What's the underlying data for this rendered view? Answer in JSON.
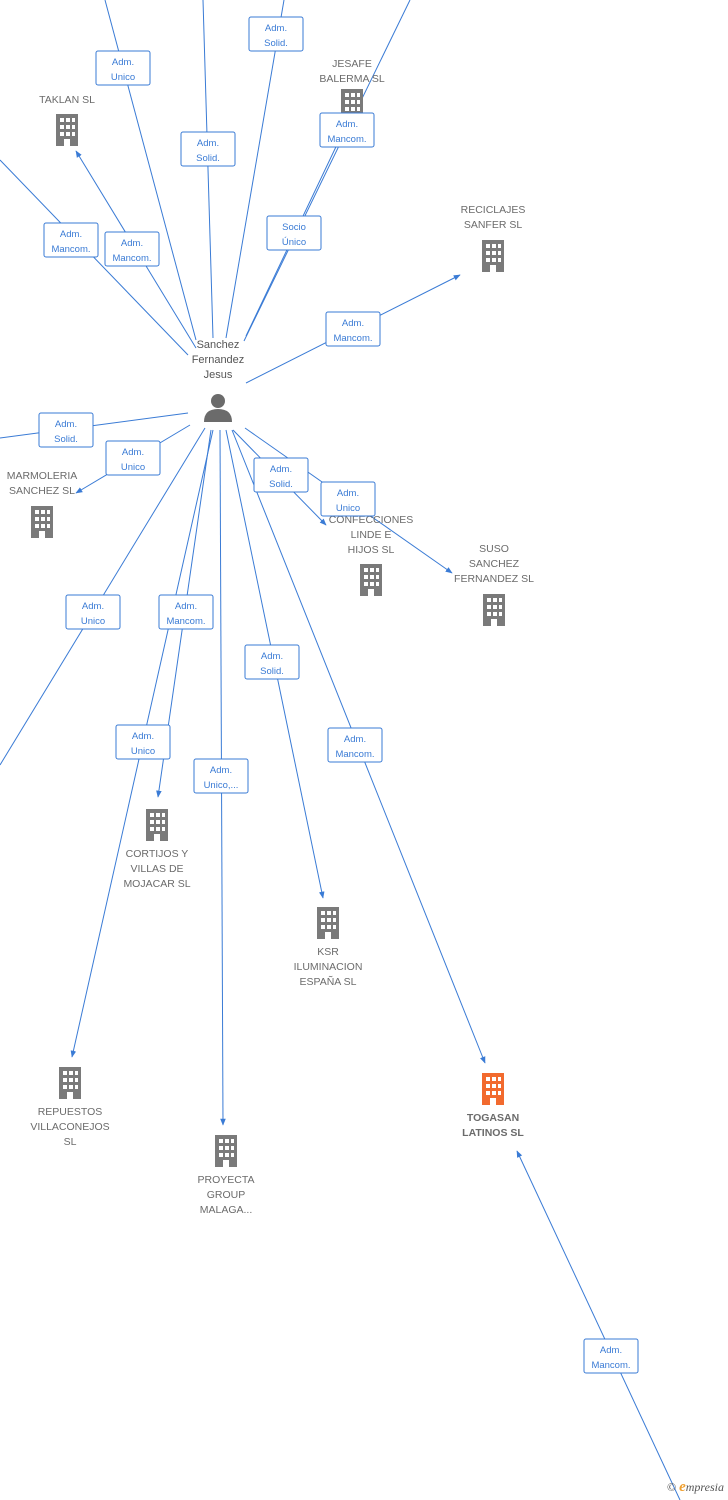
{
  "colors": {
    "edge": "#3a7bd5",
    "building": "#7a7a7a",
    "highlight": "#f26a2e",
    "person": "#6b6b6b"
  },
  "person": {
    "lines": [
      "Sanchez",
      "Fernandez",
      "Jesus"
    ],
    "icon": "person-icon"
  },
  "companies": [
    {
      "id": "taklan",
      "lines": [
        "TAKLAN SL"
      ],
      "highlight": false
    },
    {
      "id": "jesafe",
      "lines": [
        "JESAFE",
        "BALERMA SL"
      ],
      "highlight": false
    },
    {
      "id": "reciclajes",
      "lines": [
        "RECICLAJES",
        "SANFER SL"
      ],
      "highlight": false
    },
    {
      "id": "marmoleria",
      "lines": [
        "MARMOLERIA",
        "SANCHEZ SL"
      ],
      "highlight": false
    },
    {
      "id": "confecciones",
      "lines": [
        "CONFECCIONES",
        "LINDE E",
        "HIJOS SL"
      ],
      "highlight": false
    },
    {
      "id": "suso",
      "lines": [
        "SUSO",
        "SANCHEZ",
        "FERNANDEZ  SL"
      ],
      "highlight": false
    },
    {
      "id": "cortijos",
      "lines": [
        "CORTIJOS Y",
        "VILLAS DE",
        "MOJACAR SL"
      ],
      "highlight": false
    },
    {
      "id": "ksr",
      "lines": [
        "KSR",
        "ILUMINACION",
        "ESPAÑA SL"
      ],
      "highlight": false
    },
    {
      "id": "repuestos",
      "lines": [
        "REPUESTOS",
        "VILLACONEJOS",
        "SL"
      ],
      "highlight": false
    },
    {
      "id": "proyecta",
      "lines": [
        "PROYECTA",
        "GROUP",
        "MALAGA..."
      ],
      "highlight": false
    },
    {
      "id": "togasan",
      "lines": [
        "TOGASAN",
        "LATINOS  SL"
      ],
      "highlight": true
    }
  ],
  "relations": [
    {
      "label": [
        "Adm.",
        "Unico"
      ]
    },
    {
      "label": [
        "Adm.",
        "Solid."
      ]
    },
    {
      "label": [
        "Adm.",
        "Solid."
      ]
    },
    {
      "label": [
        "Adm.",
        "Mancom."
      ]
    },
    {
      "label": [
        "Adm.",
        "Mancom."
      ]
    },
    {
      "label": [
        "Adm.",
        "Mancom."
      ]
    },
    {
      "label": [
        "Socio",
        "Único"
      ]
    },
    {
      "label": [
        "Adm.",
        "Mancom."
      ]
    },
    {
      "label": [
        "Adm.",
        "Solid."
      ]
    },
    {
      "label": [
        "Adm.",
        "Unico"
      ]
    },
    {
      "label": [
        "Adm.",
        "Solid."
      ]
    },
    {
      "label": [
        "Adm.",
        "Unico"
      ]
    },
    {
      "label": [
        "Adm.",
        "Unico"
      ]
    },
    {
      "label": [
        "Adm.",
        "Mancom."
      ]
    },
    {
      "label": [
        "Adm.",
        "Solid."
      ]
    },
    {
      "label": [
        "Adm.",
        "Unico"
      ]
    },
    {
      "label": [
        "Adm.",
        "Unico,..."
      ]
    },
    {
      "label": [
        "Adm.",
        "Mancom."
      ]
    },
    {
      "label": [
        "Adm.",
        "Mancom."
      ]
    }
  ],
  "watermark": {
    "copyright": "©",
    "brand_first": "e",
    "brand_rest": "mpresia"
  }
}
